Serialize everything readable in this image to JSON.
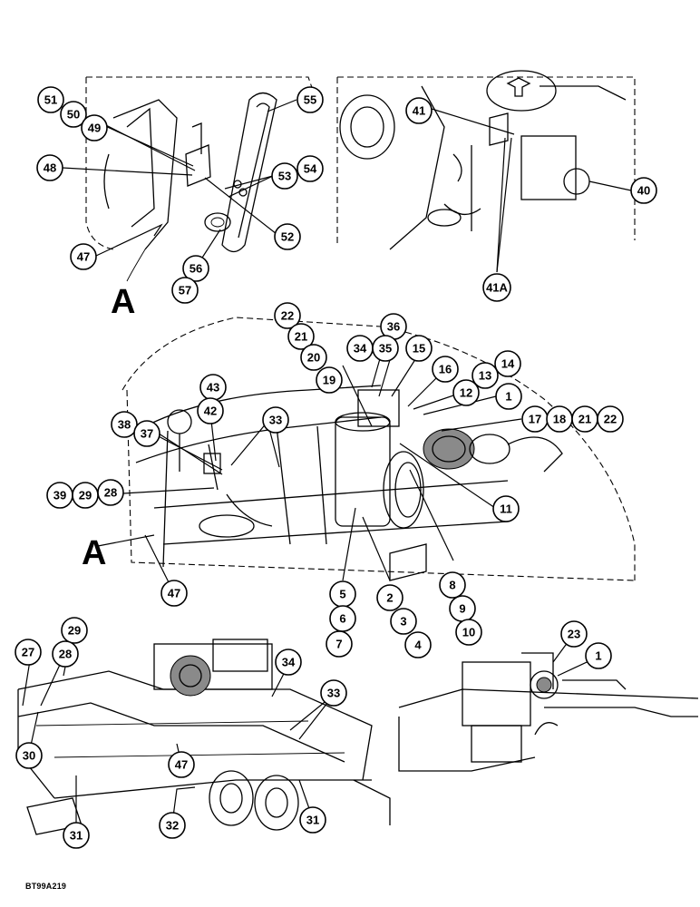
{
  "figure_id": "BT99A219",
  "reference_letters": [
    "A",
    "A"
  ],
  "callouts": [
    "51",
    "50",
    "49",
    "48",
    "47",
    "55",
    "53",
    "54",
    "52",
    "56",
    "57",
    "41",
    "40",
    "41A",
    "22",
    "21",
    "20",
    "19",
    "36",
    "34",
    "35",
    "15",
    "16",
    "13",
    "14",
    "12",
    "1",
    "17",
    "18",
    "21",
    "22",
    "11",
    "43",
    "42",
    "38",
    "37",
    "33",
    "39",
    "29",
    "28",
    "47",
    "5",
    "6",
    "7",
    "2",
    "3",
    "4",
    "8",
    "9",
    "10",
    "29",
    "27",
    "28",
    "34",
    "33",
    "30",
    "47",
    "31",
    "32",
    "31",
    "23",
    "1"
  ]
}
